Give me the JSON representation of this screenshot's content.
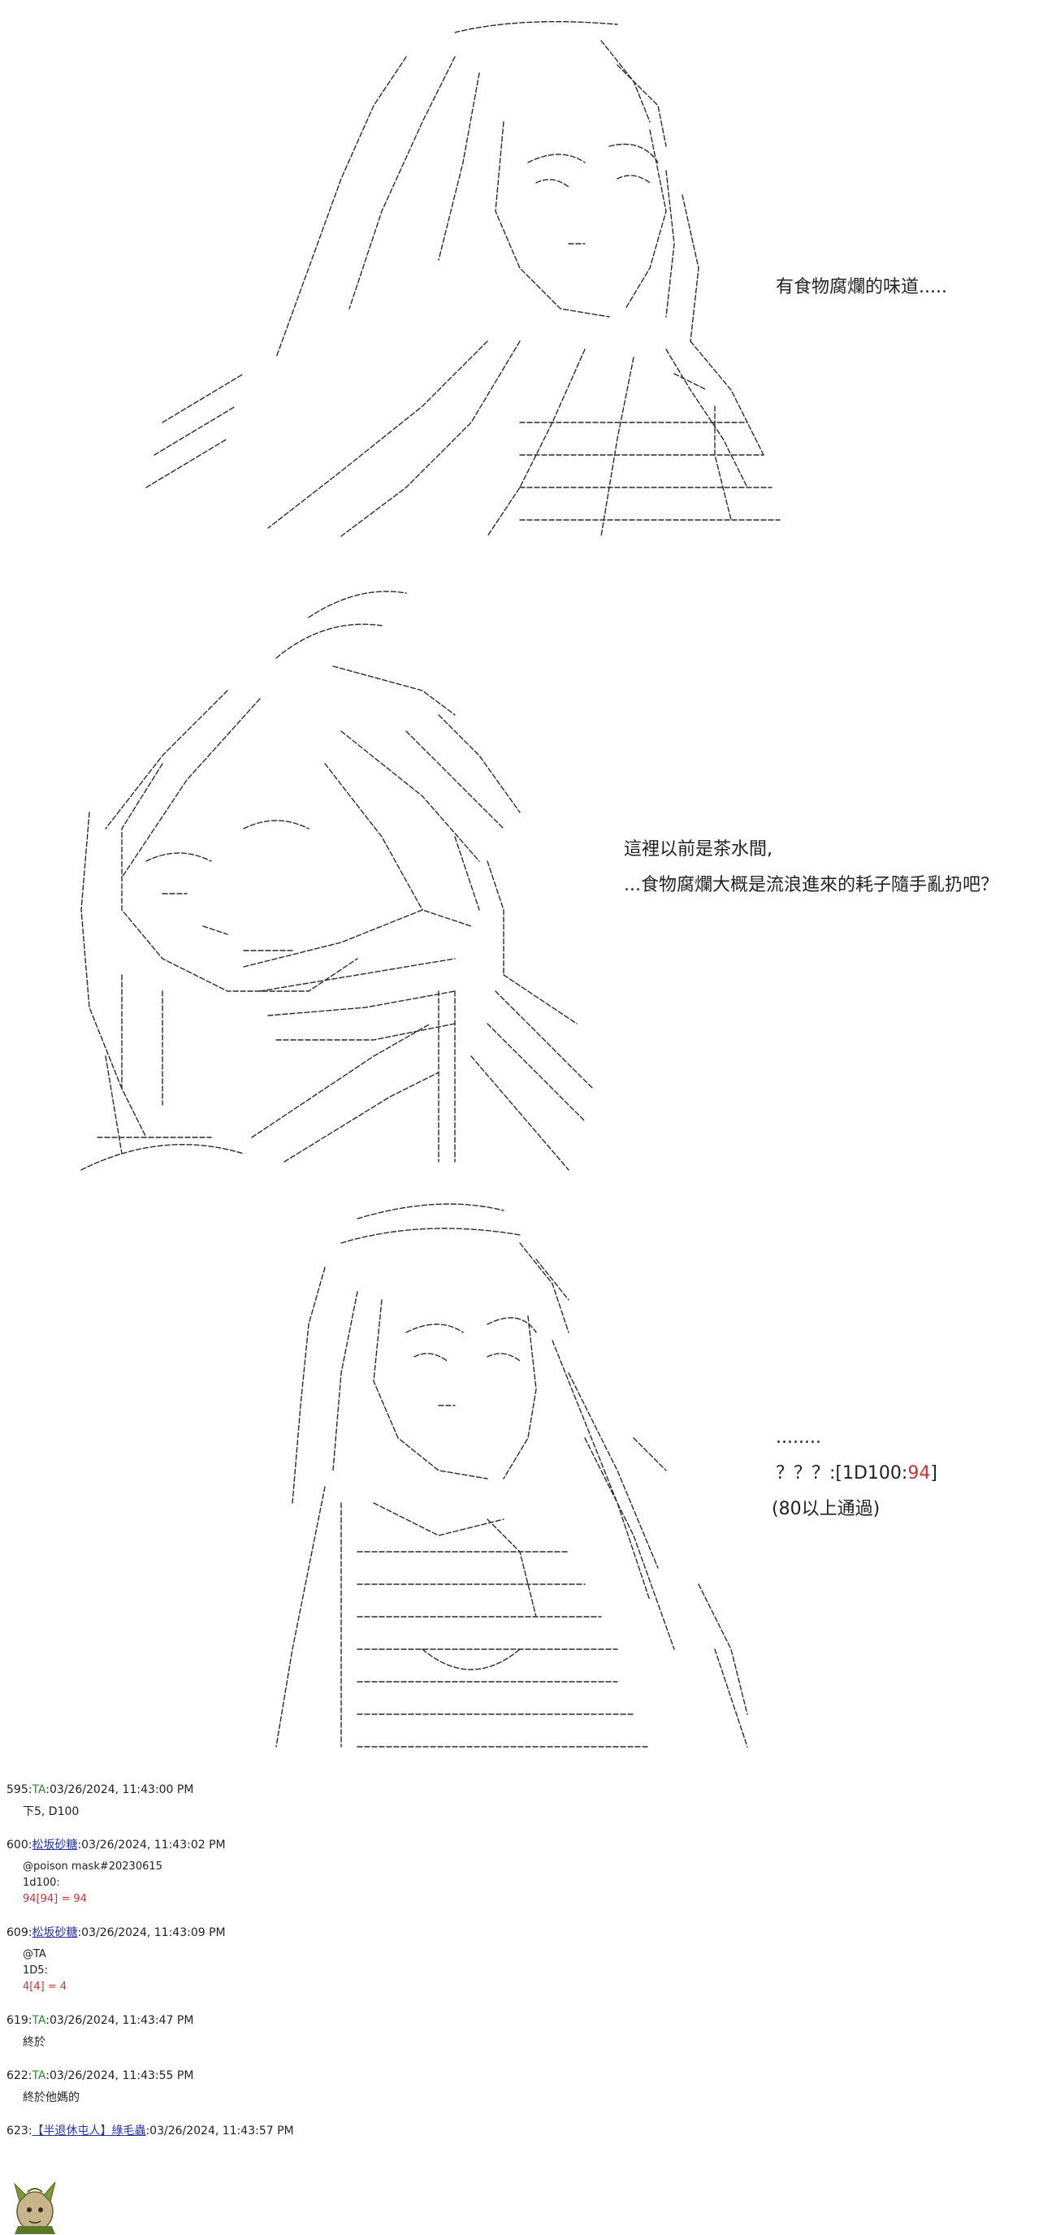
{
  "panel1": {
    "caption": "有食物腐爛的味道....."
  },
  "panel2": {
    "caption_lines": [
      "這裡以前是茶水間,",
      "...食物腐爛大概是流浪進來的耗子隨手亂扔吧？"
    ]
  },
  "panel3": {
    "dots": "........",
    "roll_prefix": "？？？:[1D100:",
    "roll_value": "94",
    "roll_suffix": "]",
    "note": "(80以上通過)"
  },
  "posts": [
    {
      "num": "595:",
      "name": "TA",
      "date": ":03/26/2024, 11:43:00 PM",
      "body": [
        "下5, D100"
      ]
    },
    {
      "num": "600:",
      "name": "松坂砂糖",
      "date": ":03/26/2024, 11:43:02 PM",
      "body": [
        "@poison mask#20230615",
        "1d100:"
      ],
      "result": "94[94] = 94"
    },
    {
      "num": "609:",
      "name": "松坂砂糖",
      "date": ":03/26/2024, 11:43:09 PM",
      "body": [
        "@TA",
        "1D5:"
      ],
      "result": "4[4] = 4"
    },
    {
      "num": "619:",
      "name": "TA",
      "date": ":03/26/2024, 11:43:47 PM",
      "body": [
        "終於"
      ]
    },
    {
      "num": "622:",
      "name": "TA",
      "date": ":03/26/2024, 11:43:55 PM",
      "body": [
        "終於他媽的"
      ]
    },
    {
      "num": "623:",
      "name": "【半退休屯人】綠毛蟲",
      "date": ":03/26/2024, 11:43:57 PM",
      "body": []
    }
  ],
  "colors": {
    "ta_name": "#2a8a2a",
    "link": "#2233aa",
    "roll": "#c83232"
  }
}
